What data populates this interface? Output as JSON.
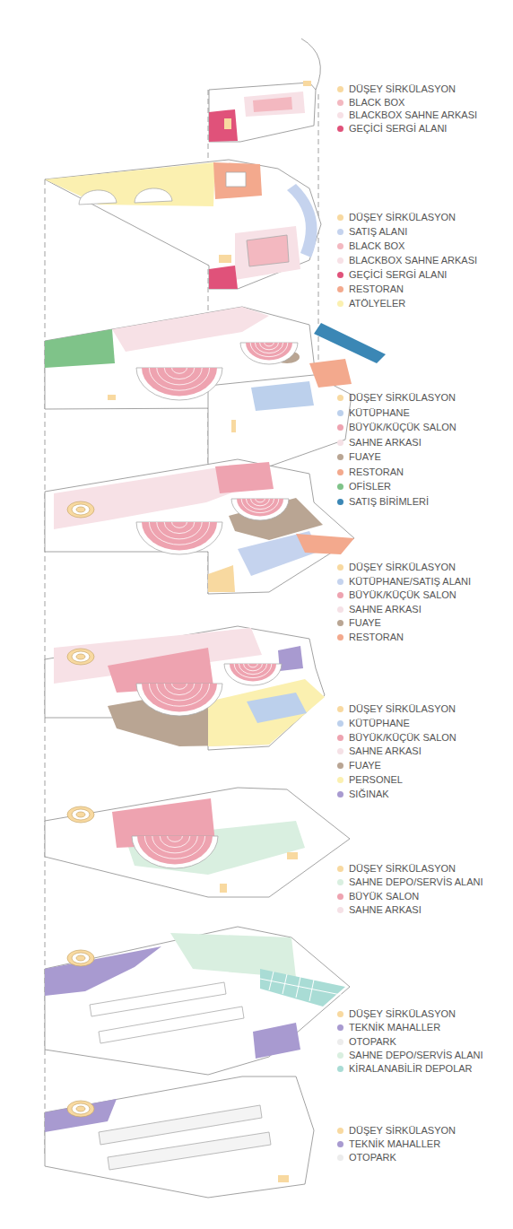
{
  "diagram": {
    "legend": [
      {
        "text": "DÜŞEY SİRKÜLASYON",
        "color": "#f8d9a0"
      },
      {
        "text": "BLACK BOX",
        "color": "#f3b8c0"
      },
      {
        "text": "BLACKBOX SAHNE ARKASI",
        "color": "#f7e1e6"
      },
      {
        "text": "GEÇİCİ SERGİ ALANI",
        "color": "#e0527a"
      },
      {
        "text": "DÜŞEY SİRKÜLASYON",
        "color": "#f8d9a0"
      },
      {
        "text": "SATIŞ ALANI",
        "color": "#c5d3ee"
      },
      {
        "text": "BLACK BOX",
        "color": "#f3b8c0"
      },
      {
        "text": "BLACKBOX SAHNE ARKASI",
        "color": "#f7e1e6"
      },
      {
        "text": "GEÇİCİ SERGİ ALANI",
        "color": "#e0527a"
      },
      {
        "text": "RESTORAN",
        "color": "#f3a98d"
      },
      {
        "text": "ATÖLYELER",
        "color": "#fbf0b0"
      },
      {
        "text": "DÜŞEY SİRKÜLASYON",
        "color": "#f8d9a0"
      },
      {
        "text": "KÜTÜPHANE",
        "color": "#bcd0ec"
      },
      {
        "text": "BÜYÜK/KÜÇÜK SALON",
        "color": "#eea3b0"
      },
      {
        "text": "SAHNE ARKASI",
        "color": "#f5e1e6"
      },
      {
        "text": "FUAYE",
        "color": "#b9a593"
      },
      {
        "text": "RESTORAN",
        "color": "#f3a98d"
      },
      {
        "text": "OFİSLER",
        "color": "#7fc389"
      },
      {
        "text": "SATIŞ BİRİMLERİ",
        "color": "#3b87b5"
      },
      {
        "text": "DÜŞEY SİRKÜLASYON",
        "color": "#f8d9a0"
      },
      {
        "text": "KÜTÜPHANE/SATIŞ ALANI",
        "color": "#c5d3ee"
      },
      {
        "text": "BÜYÜK/KÜÇÜK SALON",
        "color": "#eea3b0"
      },
      {
        "text": "SAHNE ARKASI",
        "color": "#f5e1e6"
      },
      {
        "text": "FUAYE",
        "color": "#b9a593"
      },
      {
        "text": "RESTORAN",
        "color": "#f3a98d"
      },
      {
        "text": "DÜŞEY SİRKÜLASYON",
        "color": "#f8d9a0"
      },
      {
        "text": "KÜTÜPHANE",
        "color": "#bcd0ec"
      },
      {
        "text": "BÜYÜK/KÜÇÜK SALON",
        "color": "#eea3b0"
      },
      {
        "text": "SAHNE ARKASI",
        "color": "#f5e1e6"
      },
      {
        "text": "FUAYE",
        "color": "#b9a593"
      },
      {
        "text": "PERSONEL",
        "color": "#fbf0b0"
      },
      {
        "text": "SIĞINAK",
        "color": "#a89ad0"
      },
      {
        "text": "DÜŞEY SİRKÜLASYON",
        "color": "#f8d9a0"
      },
      {
        "text": "SAHNE DEPO/SERVİS ALANI",
        "color": "#d9efe0"
      },
      {
        "text": "BÜYÜK SALON",
        "color": "#eea3b0"
      },
      {
        "text": "SAHNE ARKASI",
        "color": "#f5e1e6"
      },
      {
        "text": "DÜŞEY SİRKÜLASYON",
        "color": "#f8d9a0"
      },
      {
        "text": "TEKNİK MAHALLER",
        "color": "#a89ad0"
      },
      {
        "text": "OTOPARK",
        "color": "#ececec"
      },
      {
        "text": "SAHNE DEPO/SERVİS ALANI",
        "color": "#d9efe0"
      },
      {
        "text": "KİRALANABİLİR DEPOLAR",
        "color": "#a9dcd5"
      },
      {
        "text": "DÜŞEY SİRKÜLASYON",
        "color": "#f8d9a0"
      },
      {
        "text": "TEKNİK MAHALLER",
        "color": "#a89ad0"
      },
      {
        "text": "OTOPARK",
        "color": "#ececec"
      }
    ]
  }
}
